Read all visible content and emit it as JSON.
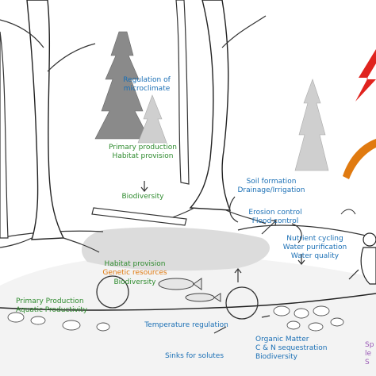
{
  "colors": {
    "blue": "#1a6fb5",
    "green": "#2e8b2e",
    "orange": "#e07a10",
    "purple": "#9b59b6",
    "lightning": "#e0231e",
    "arc": "#e07a10"
  },
  "labels": {
    "microclimate": [
      "Regulation of",
      "microclimate"
    ],
    "primary_production": [
      "Primary production",
      "Habitat provision"
    ],
    "biodiversity_top": "Biodiversity",
    "soil": [
      "Soil formation",
      "Drainage/Irrigation"
    ],
    "erosion": [
      "Erosion control",
      "Flood control"
    ],
    "nutrient": [
      "Nutrient cycling",
      "Water purification",
      "Water quality"
    ],
    "habitat_stream": "Habitat provision",
    "genetic": "Genetic resources",
    "biodiversity_stream": "Biodiversity",
    "aquatic": [
      "Primary Production",
      "Aquatic Productivity"
    ],
    "temperature": "Temperature regulation",
    "sinks": "Sinks for solutes",
    "organic": [
      "Organic Matter",
      "C & N sequestration",
      "Biodiversity"
    ],
    "cut_right": [
      "Sp",
      "le",
      "S"
    ]
  }
}
